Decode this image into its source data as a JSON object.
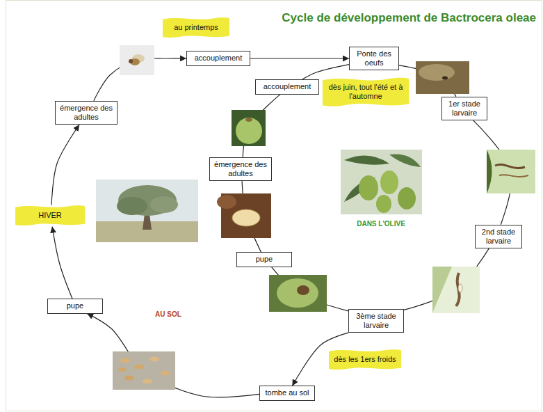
{
  "diagram": {
    "title": "Cycle de développement de Bactrocera oleae",
    "nodes": [
      {
        "text": [
          "au printemps"
        ]
      },
      {
        "text": [
          "accouplement"
        ]
      },
      {
        "text": [
          "Ponte des oeufs"
        ]
      },
      {
        "text": [
          "dès juin, tout l'été et à l'automne"
        ]
      },
      {
        "text": [
          "accouplement"
        ]
      },
      {
        "text": [
          "1er stade larvaire"
        ]
      },
      {
        "text": [
          "émergence des adultes"
        ]
      },
      {
        "text": [
          "2nd stade larvaire"
        ]
      },
      {
        "text": [
          "pupe"
        ]
      },
      {
        "text": [
          "3ème stade larvaire"
        ]
      },
      {
        "text": [
          "dès les 1ers froids"
        ]
      },
      {
        "text": [
          "tombe au sol"
        ]
      },
      {
        "text": [
          "pupe"
        ]
      },
      {
        "text": [
          "HIVER"
        ]
      },
      {
        "text": [
          "émergence des adultes"
        ]
      }
    ],
    "edges": [
      {
        "from": 14,
        "to": 1,
        "arrow": "to"
      },
      {
        "from": 1,
        "to": 2,
        "arrow": "to"
      },
      {
        "from": 2,
        "to": 5,
        "arrow": "none"
      },
      {
        "from": 5,
        "to": 7,
        "arrow": "none"
      },
      {
        "from": 7,
        "to": 9,
        "arrow": "none"
      },
      {
        "from": 9,
        "to": 8,
        "arrow": "none"
      },
      {
        "from": 8,
        "to": 6,
        "arrow": "none"
      },
      {
        "from": 6,
        "to": 4,
        "arrow": "none"
      },
      {
        "from": 4,
        "to": 2,
        "arrow": "none"
      },
      {
        "from": 9,
        "to": 11,
        "arrow": "to"
      },
      {
        "from": 11,
        "to": 12,
        "arrow": "to"
      },
      {
        "from": 12,
        "to": 13,
        "arrow": "to"
      },
      {
        "from": 13,
        "to": 14,
        "arrow": "to"
      }
    ],
    "labels": [
      "DANS L'OLIVE",
      "AU SOL"
    ]
  }
}
